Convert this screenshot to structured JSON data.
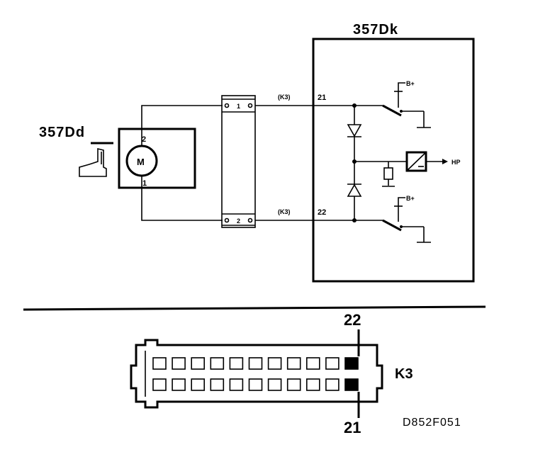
{
  "diagram": {
    "ecu_label": "357Dk",
    "motor_label": "357Dd",
    "motor_symbol": "M",
    "motor_pin_top": "2",
    "motor_pin_bottom": "1",
    "connector_pin_1": "1",
    "connector_pin_2": "2",
    "connector_tag_top": "(K3)",
    "connector_tag_bottom": "(K3)",
    "ecu_pin_top": "21",
    "ecu_pin_bottom": "22",
    "supply_top": "B+",
    "supply_bottom": "B+",
    "output_label": "HP",
    "plug_pin_top": "22",
    "plug_pin_bottom": "21",
    "plug_label": "K3",
    "drawing_code": "D852F051"
  },
  "icons": {
    "seat": "seat-icon",
    "motor": "motor-icon",
    "diode": "diode-icon",
    "switch": "relay-switch-icon",
    "ground": "ground-icon",
    "resistor": "resistor-icon",
    "bridge": "hbridge-icon",
    "connector": "connector-plug-icon"
  }
}
